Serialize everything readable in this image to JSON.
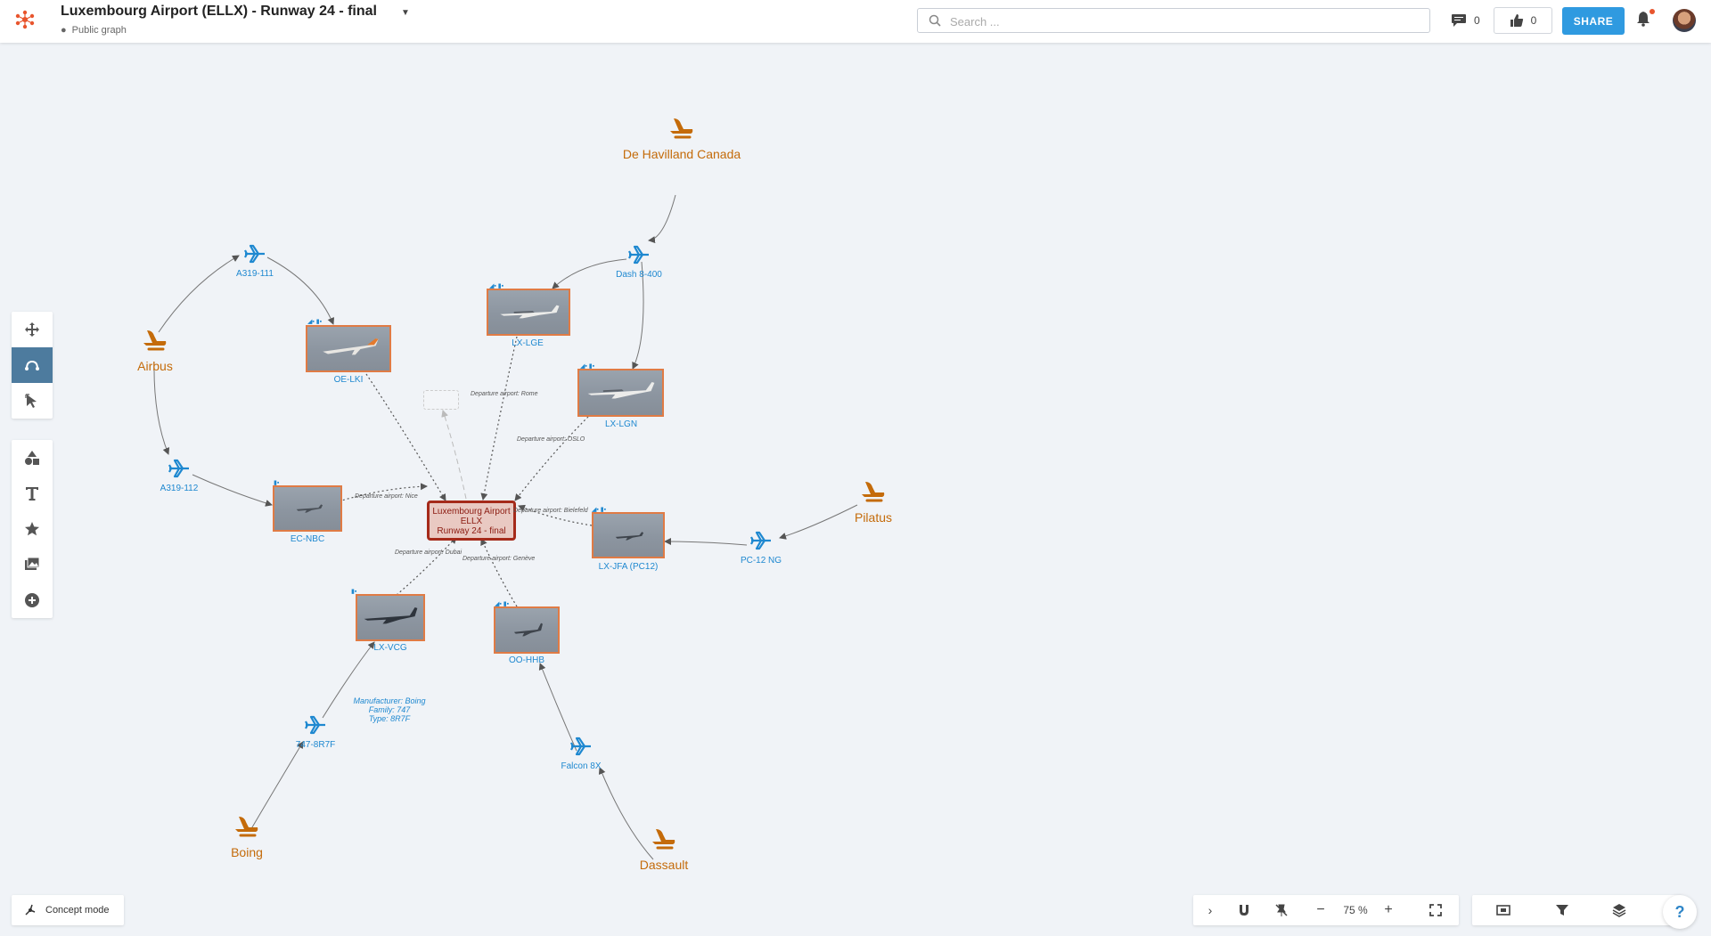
{
  "header": {
    "title": "Luxembourg Airport (ELLX) - Runway 24 - final",
    "subtitle": "Public graph",
    "search_placeholder": "Search ...",
    "comments_count": "0",
    "likes_count": "0",
    "share_label": "SHARE"
  },
  "graph": {
    "hub": {
      "line1": "Luxembourg Airport",
      "line2": "ELLX",
      "line3": "Runway 24 - final"
    },
    "manufacturers": {
      "de_havilland": "De Havilland Canada",
      "airbus": "Airbus",
      "pilatus": "Pilatus",
      "boing": "Boing",
      "dassault": "Dassault"
    },
    "models": {
      "a319_111": "A319-111",
      "a319_112": "A319-112",
      "dash8": "Dash 8-400",
      "pc12": "PC-12 NG",
      "b747": "747-8R7F",
      "falcon": "Falcon 8X"
    },
    "aircraft": {
      "oe_lki": "OE-LKI",
      "lx_lge": "LX-LGE",
      "lx_lgn": "LX-LGN",
      "ec_nbc": "EC-NBC",
      "lx_jfa": "LX-JFA (PC12)",
      "lx_vcg": "LX-VCG",
      "oo_hhb": "OO-HHB"
    },
    "vcg_props": {
      "manufacturer": "Manufacturer: Boing",
      "family": "Family: 747",
      "type": "Type: 8R7F"
    },
    "edge_labels": {
      "rome": "Departure airport: Rome",
      "oslo": "Departure airport: OSLO",
      "nice": "Departure airport: Nice",
      "bielefeld": "Departure airport: Bielefeld",
      "dubai": "Departure airport: Dubai",
      "geneve": "Departure airport: Genève"
    }
  },
  "footer": {
    "concept_mode": "Concept mode",
    "zoom": "75 %",
    "help": "?"
  },
  "colors": {
    "manufacturer": "#c46b0a",
    "model": "#1e88d0",
    "photo_border": "#e07b45",
    "hub_border": "#a52a1a",
    "share": "#2f9ae0",
    "active_tool": "#4d7b9e"
  }
}
